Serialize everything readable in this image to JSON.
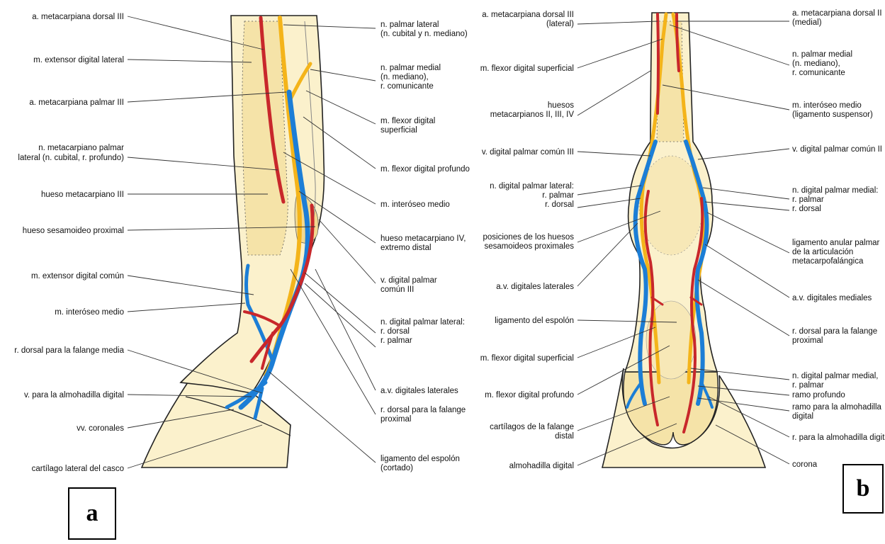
{
  "panels": {
    "a": "a",
    "b": "b"
  },
  "colors": {
    "skin": "#fbf1cc",
    "artery": "#c8272b",
    "vein": "#1c7ed6",
    "nerve": "#f4b41a",
    "outline": "#222222",
    "leader": "#333333"
  },
  "panel_a": {
    "left": [
      {
        "id": "a-l1",
        "lines": [
          "a. metacarpiana dorsal III"
        ]
      },
      {
        "id": "a-l2",
        "lines": [
          "m. extensor digital lateral"
        ]
      },
      {
        "id": "a-l3",
        "lines": [
          "a. metacarpiana palmar III"
        ]
      },
      {
        "id": "a-l4",
        "lines": [
          "n. metacarpiano palmar",
          "lateral (n. cubital, r. profundo)"
        ]
      },
      {
        "id": "a-l5",
        "lines": [
          "hueso metacarpiano III"
        ]
      },
      {
        "id": "a-l6",
        "lines": [
          "hueso sesamoideo proximal"
        ]
      },
      {
        "id": "a-l7",
        "lines": [
          "m. extensor digital común"
        ]
      },
      {
        "id": "a-l8",
        "lines": [
          "m. interóseo medio"
        ]
      },
      {
        "id": "a-l9",
        "lines": [
          "r. dorsal para la falange media"
        ]
      },
      {
        "id": "a-l10",
        "lines": [
          "v. para la almohadilla digital"
        ]
      },
      {
        "id": "a-l11",
        "lines": [
          "vv. coronales"
        ]
      },
      {
        "id": "a-l12",
        "lines": [
          "cartílago lateral del casco"
        ]
      }
    ],
    "right": [
      {
        "id": "a-r1",
        "lines": [
          "n. palmar lateral",
          "(n. cubital y n. mediano)"
        ]
      },
      {
        "id": "a-r2",
        "lines": [
          "n. palmar medial",
          "(n. mediano),",
          "r. comunicante"
        ]
      },
      {
        "id": "a-r3",
        "lines": [
          "m. flexor digital",
          "superficial"
        ]
      },
      {
        "id": "a-r4",
        "lines": [
          "m. flexor digital profundo"
        ]
      },
      {
        "id": "a-r5",
        "lines": [
          "m. interóseo medio"
        ]
      },
      {
        "id": "a-r6",
        "lines": [
          "hueso metacarpiano IV,",
          "extremo distal"
        ]
      },
      {
        "id": "a-r7",
        "lines": [
          "v. digital palmar",
          "común III"
        ]
      },
      {
        "id": "a-r8",
        "lines": [
          "n. digital palmar lateral:",
          "r. dorsal",
          "r. palmar"
        ]
      },
      {
        "id": "a-r9",
        "lines": [
          "a.v. digitales laterales"
        ]
      },
      {
        "id": "a-r10",
        "lines": [
          "r. dorsal para la falange",
          "proximal"
        ]
      },
      {
        "id": "a-r11",
        "lines": [
          "ligamento del espolón",
          "(cortado)"
        ]
      }
    ]
  },
  "panel_b": {
    "left": [
      {
        "id": "b-l1",
        "lines": [
          "a. metacarpiana dorsal III",
          "(lateral)"
        ]
      },
      {
        "id": "b-l2",
        "lines": [
          "m. flexor digital superficial"
        ]
      },
      {
        "id": "b-l3",
        "lines": [
          "huesos",
          "metacarpianos II, III, IV"
        ]
      },
      {
        "id": "b-l4",
        "lines": [
          "v. digital palmar común III"
        ]
      },
      {
        "id": "b-l5",
        "lines": [
          "n. digital palmar lateral:",
          "r. palmar",
          "r. dorsal"
        ]
      },
      {
        "id": "b-l6",
        "lines": [
          "posiciones de los huesos",
          "sesamoideos proximales"
        ]
      },
      {
        "id": "b-l7",
        "lines": [
          "a.v. digitales laterales"
        ]
      },
      {
        "id": "b-l8",
        "lines": [
          "ligamento del espolón"
        ]
      },
      {
        "id": "b-l9",
        "lines": [
          "m. flexor digital superficial"
        ]
      },
      {
        "id": "b-l10",
        "lines": [
          "m. flexor digital profundo"
        ]
      },
      {
        "id": "b-l11",
        "lines": [
          "cartílagos de la falange",
          "distal"
        ]
      },
      {
        "id": "b-l12",
        "lines": [
          "almohadilla digital"
        ]
      }
    ],
    "right": [
      {
        "id": "b-r1",
        "lines": [
          "a. metacarpiana dorsal II",
          "(medial)"
        ]
      },
      {
        "id": "b-r2",
        "lines": [
          "n. palmar medial",
          "(n. mediano),",
          "r. comunicante"
        ]
      },
      {
        "id": "b-r3",
        "lines": [
          "m. interóseo medio",
          "(ligamento suspensor)"
        ]
      },
      {
        "id": "b-r4",
        "lines": [
          "v. digital palmar común II"
        ]
      },
      {
        "id": "b-r5",
        "lines": [
          "n. digital palmar medial:",
          "r. palmar",
          "r. dorsal"
        ]
      },
      {
        "id": "b-r6",
        "lines": [
          "ligamento anular palmar",
          "de la articulación",
          "metacarpofalángica"
        ]
      },
      {
        "id": "b-r7",
        "lines": [
          "a.v. digitales mediales"
        ]
      },
      {
        "id": "b-r8",
        "lines": [
          "r. dorsal para la falange",
          "proximal"
        ]
      },
      {
        "id": "b-r9",
        "lines": [
          "n. digital palmar medial,",
          "r. palmar"
        ]
      },
      {
        "id": "b-r10",
        "lines": [
          "ramo profundo"
        ]
      },
      {
        "id": "b-r11",
        "lines": [
          "ramo para la almohadilla",
          "digital"
        ]
      },
      {
        "id": "b-r12",
        "lines": [
          "r. para la almohadilla digital"
        ]
      },
      {
        "id": "b-r13",
        "lines": [
          "corona"
        ]
      }
    ]
  }
}
